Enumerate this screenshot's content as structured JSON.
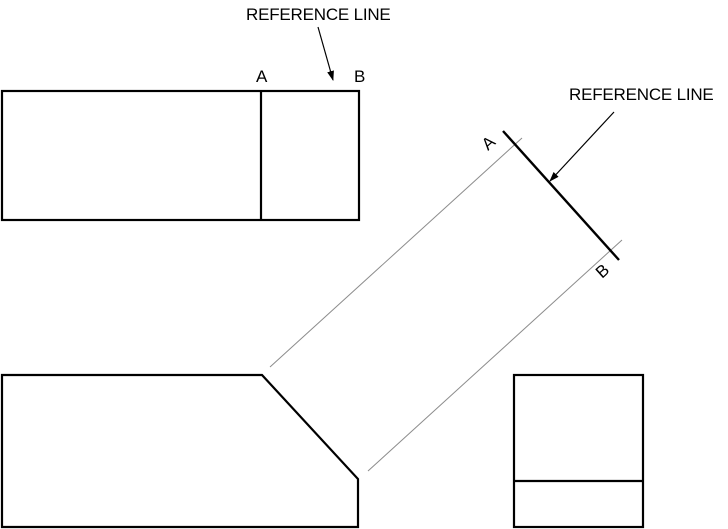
{
  "labels": {
    "top_reference_line": "REFERENCE LINE",
    "right_reference_line": "REFERENCE LINE",
    "top_point_a": "A",
    "top_point_b": "B",
    "aux_point_a": "A",
    "aux_point_b": "B"
  },
  "colors": {
    "object_line": "#000000",
    "projection_line": "#8c8c8c"
  }
}
